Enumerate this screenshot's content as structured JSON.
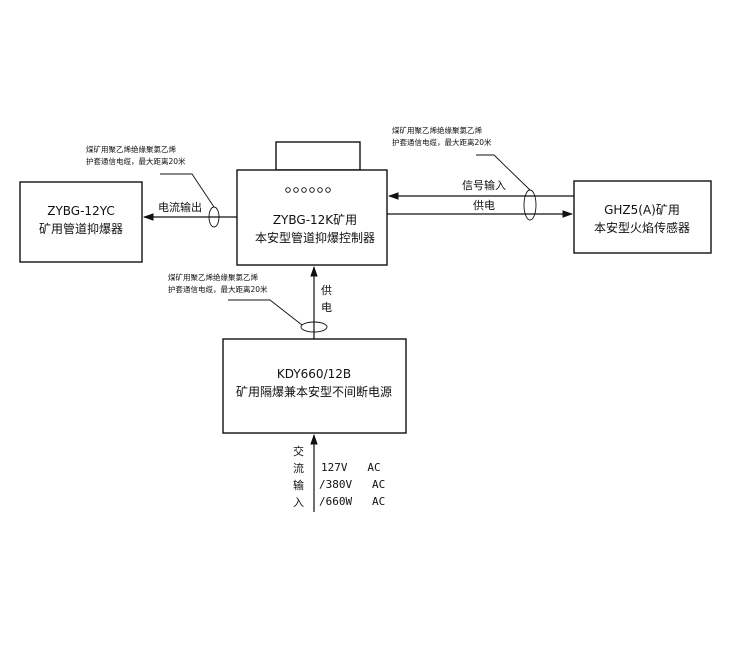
{
  "blocks": {
    "left": {
      "line1": "ZYBG-12YC",
      "line2": "矿用管道抑爆器"
    },
    "center": {
      "line1": "ZYBG-12K矿用",
      "line2": "本安型管道抑爆控制器"
    },
    "right": {
      "line1": "GHZ5(A)矿用",
      "line2": "本安型火焰传感器"
    },
    "power": {
      "line1": "KDY660/12B",
      "line2": "矿用隔爆兼本安型不间断电源"
    }
  },
  "labels": {
    "current_output": "电流输出",
    "signal_input": "信号输入",
    "supply_right": "供电",
    "supply_vertical": [
      "供",
      "电"
    ],
    "ac_input": [
      "交",
      "流",
      "输",
      "入"
    ]
  },
  "ac_specs": [
    "127V   AC",
    "/380V   AC",
    "/660W   AC"
  ],
  "cable_note": {
    "line1": "煤矿用聚乙烯绝缘聚氯乙烯",
    "line2": "护套通信电缆，最大距离20米"
  }
}
